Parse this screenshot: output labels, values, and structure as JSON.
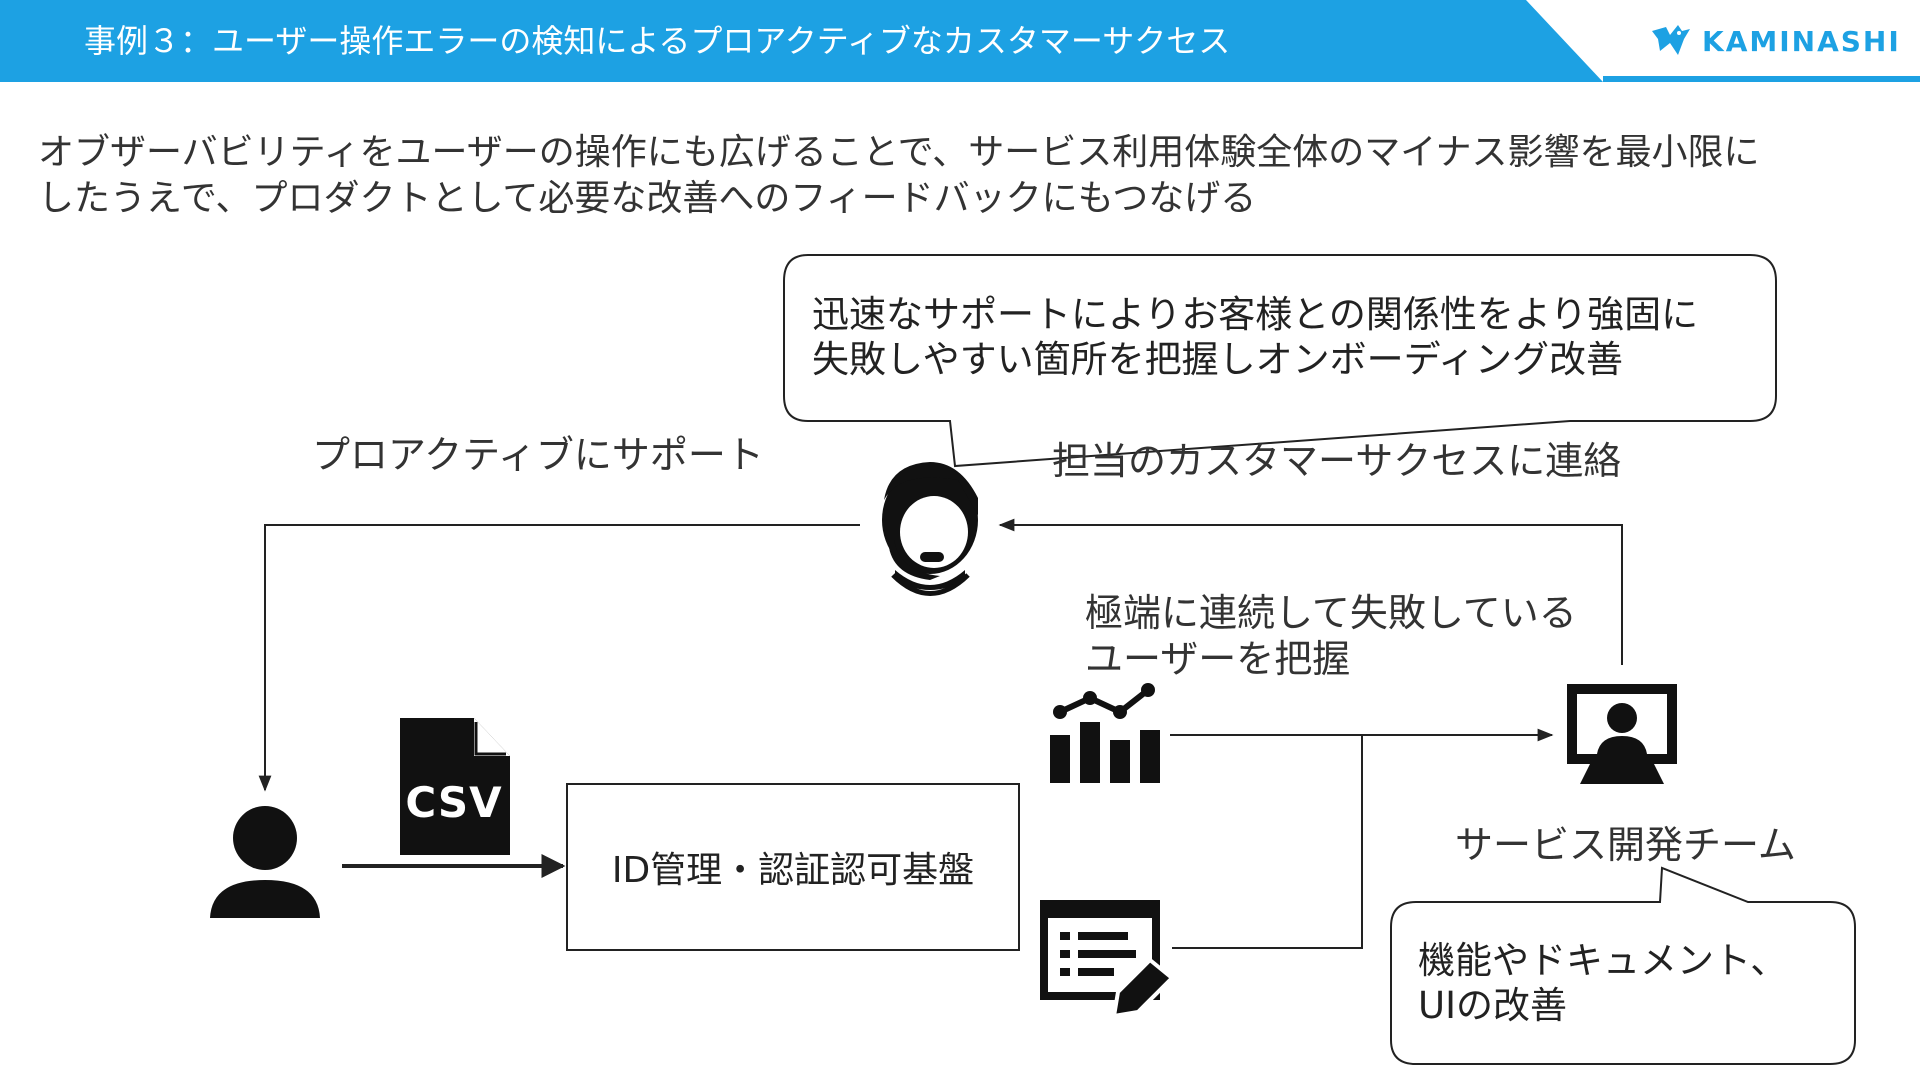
{
  "header": {
    "title": "事例３：ユーザー操作エラーの検知によるプロアクティブなカスタマーサクセス",
    "logo_text": "KAMINASHI",
    "color_bar": "#1da1e3"
  },
  "intro": {
    "line1": "オブザーバビリティをユーザーの操作にも広げることで、サービス利用体験全体のマイナス影響を最小限に",
    "line2": "したうえで、プロダクトとして必要な改善へのフィードバックにもつなげる"
  },
  "diagram": {
    "bubble_support": {
      "line1": "迅速なサポートによりお客様との関係性をより強固に",
      "line2": "失敗しやすい箇所を把握しオンボーディング改善"
    },
    "bubble_dev": {
      "line1": "機能やドキュメント、",
      "line2": "UIの改善"
    },
    "label_proactive": "プロアクティブにサポート",
    "label_contact": "担当のカスタマーサクセスに連絡",
    "label_detect_line1": "極端に連続して失敗している",
    "label_detect_line2": "ユーザーを把握",
    "label_dev_team": "サービス開発チーム",
    "box_auth": "ID管理・認証認可基盤",
    "csv_label": "CSV",
    "icons": [
      "support-agent-icon",
      "user-icon",
      "csv-file-icon",
      "analytics-chart-icon",
      "log-edit-icon",
      "developer-monitor-icon",
      "logo-mark-icon"
    ]
  }
}
